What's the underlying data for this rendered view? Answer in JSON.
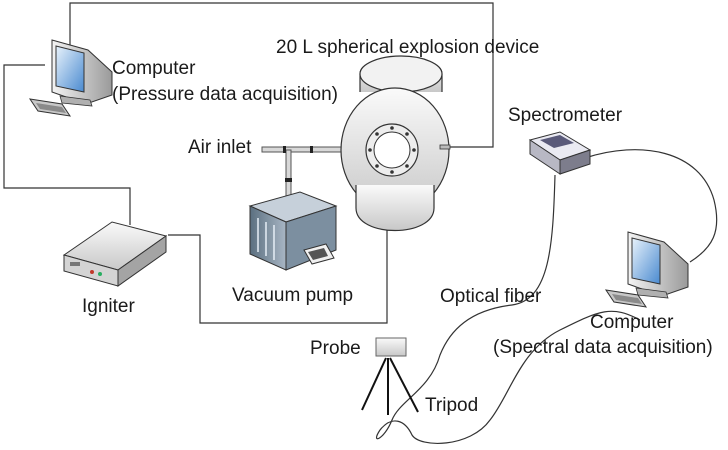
{
  "labels": {
    "device": "20 L spherical explosion device",
    "computer_pressure_line1": "Computer",
    "computer_pressure_line2": "(Pressure data acquisition)",
    "air_inlet": "Air inlet",
    "spectrometer": "Spectrometer",
    "igniter": "Igniter",
    "vacuum_pump": "Vacuum pump",
    "optical_fiber": "Optical fiber",
    "computer_spectral_line1": "Computer",
    "computer_spectral_line2": "(Spectral data acquisition)",
    "probe": "Probe",
    "tripod": "Tripod"
  }
}
